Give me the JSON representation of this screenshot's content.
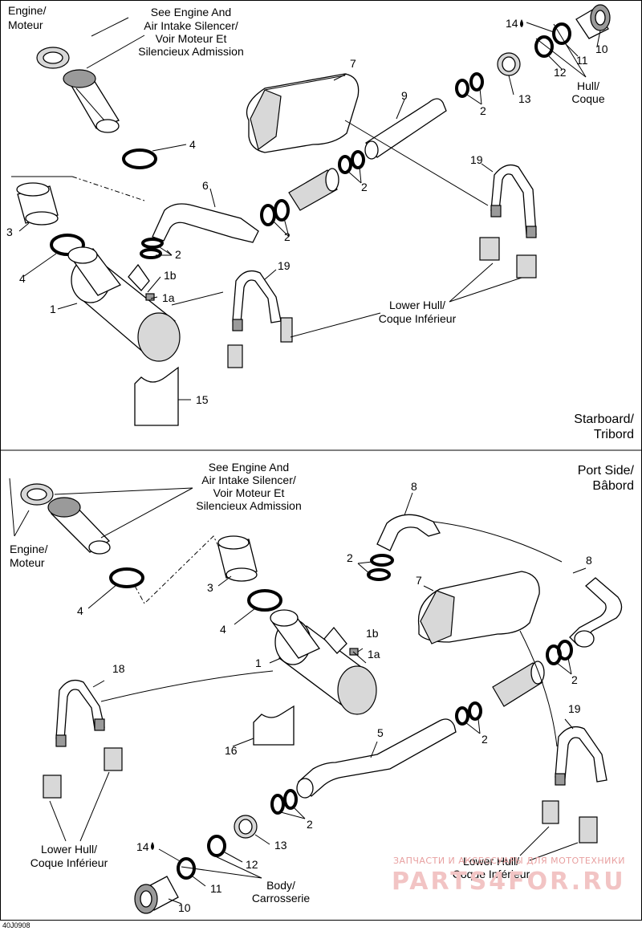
{
  "top_panel": {
    "side_label_line1": "Starboard/",
    "side_label_line2": "Tribord",
    "callouts": {
      "engine": [
        "Engine/",
        "Moteur"
      ],
      "see_engine": [
        "See Engine And",
        "Air Intake Silencer/",
        "Voir Moteur Et",
        "Silencieux Admission"
      ],
      "hull": [
        "Hull/",
        "Coque"
      ],
      "lower_hull": [
        "Lower Hull/",
        "Coque Inférieur"
      ]
    },
    "part_numbers": [
      "14",
      "10",
      "11",
      "12",
      "13",
      "7",
      "9",
      "2",
      "4",
      "19",
      "6",
      "2",
      "2",
      "3",
      "2",
      "4",
      "1b",
      "1a",
      "1",
      "19",
      "15"
    ]
  },
  "bottom_panel": {
    "side_label_line1": "Port Side/",
    "side_label_line2": "Bâbord",
    "callouts": {
      "engine": [
        "Engine/",
        "Moteur"
      ],
      "see_engine": [
        "See Engine And",
        "Air Intake Silencer/",
        "Voir Moteur Et",
        "Silencieux Admission"
      ],
      "body": [
        "Body/",
        "Carrosserie"
      ],
      "lower_hull_left": [
        "Lower Hull/",
        "Coque Inférieur"
      ],
      "lower_hull_right": [
        "Lower Hull/",
        "Coque Inférieur"
      ]
    },
    "part_numbers": [
      "8",
      "8",
      "2",
      "7",
      "3",
      "4",
      "4",
      "1b",
      "1a",
      "1",
      "18",
      "2",
      "16",
      "19",
      "5",
      "2",
      "2",
      "13",
      "12",
      "14",
      "11",
      "10"
    ]
  },
  "figure_code": "40J0908",
  "watermark": {
    "line1": "ЗАПЧАСТИ И АКСЕССУАРЫ ДЛЯ МОТОТЕХНИКИ",
    "line2": "PARTS4FOR.RU"
  }
}
